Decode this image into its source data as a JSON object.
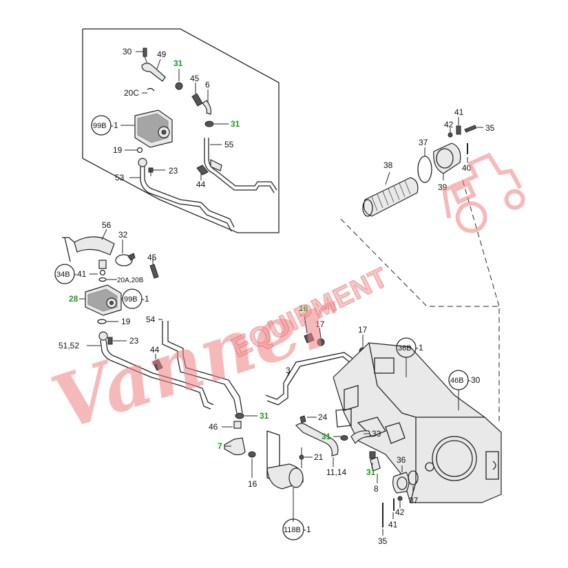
{
  "watermark": {
    "script": "Vanner",
    "word": "EQUIPMENT"
  },
  "labels": {
    "p30": "30",
    "p49": "49",
    "p31a": "31",
    "p45a": "45",
    "p6": "6",
    "p20c": "20C",
    "p99b1a": "99B",
    "p99b1a_suffix": "-1",
    "p31b": "31",
    "p19a": "19",
    "p55": "55",
    "p23a": "23",
    "p53": "53",
    "p44a": "44",
    "p41a": "41",
    "p42a": "42",
    "p35a": "35",
    "p37a": "37",
    "p38": "38",
    "p40": "40",
    "p39": "39",
    "p56": "56",
    "p32": "32",
    "p34b": "34B",
    "p34b_suffix": "-41",
    "p45b": "45",
    "p20ab": "20A,20B",
    "p28": "28",
    "p99b1b": "99B",
    "p99b1b_suffix": "-1",
    "p19b": "19",
    "p54": "54",
    "p23b": "23",
    "p5152": "51,52",
    "p44b": "44",
    "p18": "18",
    "p17a": "17",
    "p17b": "17",
    "p3": "3",
    "p36b": "36B",
    "p36b_suffix": "-1",
    "p46b": "46B",
    "p46b_suffix": "-30",
    "p46": "46",
    "p31c": "31",
    "p24": "24",
    "p31d": "31",
    "p33": "33",
    "p7": "7",
    "p21": "21",
    "p1114": "11,14",
    "p16": "16",
    "p31e": "31",
    "p8": "8",
    "p36": "36",
    "p42b": "42",
    "p37b": "37",
    "p41b": "41",
    "p35b": "35",
    "p118b": "118B",
    "p118b_suffix": "-1"
  }
}
